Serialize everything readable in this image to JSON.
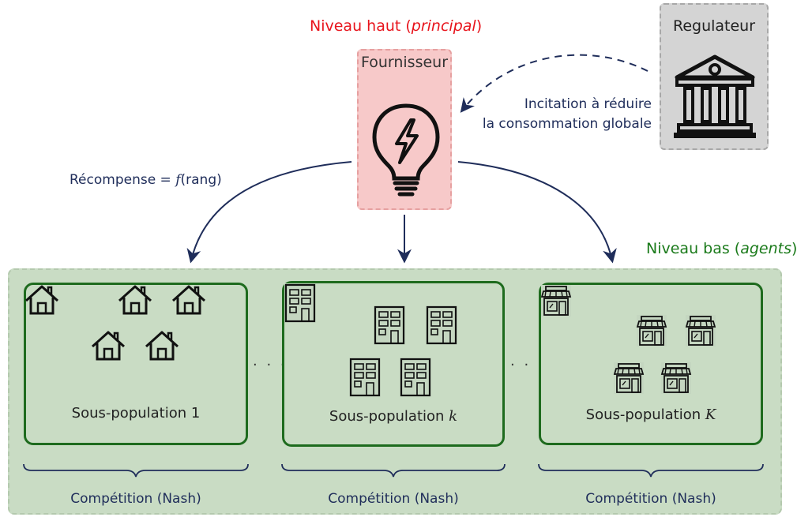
{
  "colors": {
    "principal_red": "#e8141c",
    "agents_green": "#1a7a1a",
    "navy": "#1f2d5a",
    "supplier_fill": "#f7c9c9",
    "regulator_fill": "#d4d4d4",
    "agents_fill": "#c9dcc4",
    "subpop_border": "#1e6b1e"
  },
  "top_level": {
    "title_prefix": "Niveau haut (",
    "title_emph": "principal",
    "title_suffix": ")"
  },
  "supplier": {
    "label": "Fournisseur",
    "icon": "lightbulb-bolt-icon"
  },
  "regulator": {
    "label": "Regulateur",
    "icon": "government-building-icon"
  },
  "incitation": {
    "line1": "Incitation à réduire",
    "line2": "la consommation globale"
  },
  "reward": {
    "prefix": "Récompense = ",
    "func": "f",
    "arg": "(rang)"
  },
  "bottom_level": {
    "title_prefix": "Niveau bas (",
    "title_emph": "agents",
    "title_suffix": ")"
  },
  "subpopulations": [
    {
      "label_text": "Sous-population 1",
      "label_math": "",
      "icon": "house-icon",
      "count": 5
    },
    {
      "label_text": "Sous-population ",
      "label_math": "k",
      "icon": "apartment-building-icon",
      "count": 5
    },
    {
      "label_text": "Sous-population ",
      "label_math": "K",
      "icon": "shop-icon",
      "count": 5
    }
  ],
  "separator": "· · ·",
  "competition_label": "Compétition (Nash)"
}
